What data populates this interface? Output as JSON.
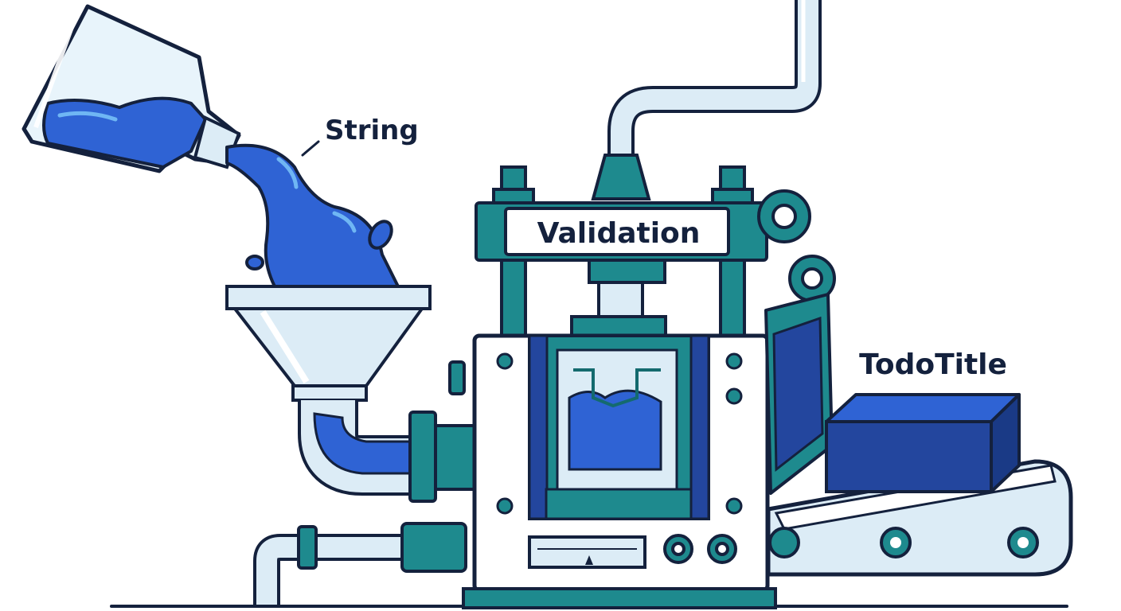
{
  "labels": {
    "input": "String",
    "process": "Validation",
    "output": "TodoTitle"
  },
  "colors": {
    "outline": "#14213d",
    "teal": "#1e8a8e",
    "teal_dark": "#146a6e",
    "liquid": "#2f63d4",
    "liquid_light": "#6fb6f4",
    "glass": "#d7ebf7",
    "navy_box": "#23469e",
    "pipe": "#dcecf6"
  },
  "icons": [
    "glass-beaker-icon",
    "funnel-icon",
    "gear-icon",
    "conveyor-belt-icon",
    "output-block-icon"
  ]
}
